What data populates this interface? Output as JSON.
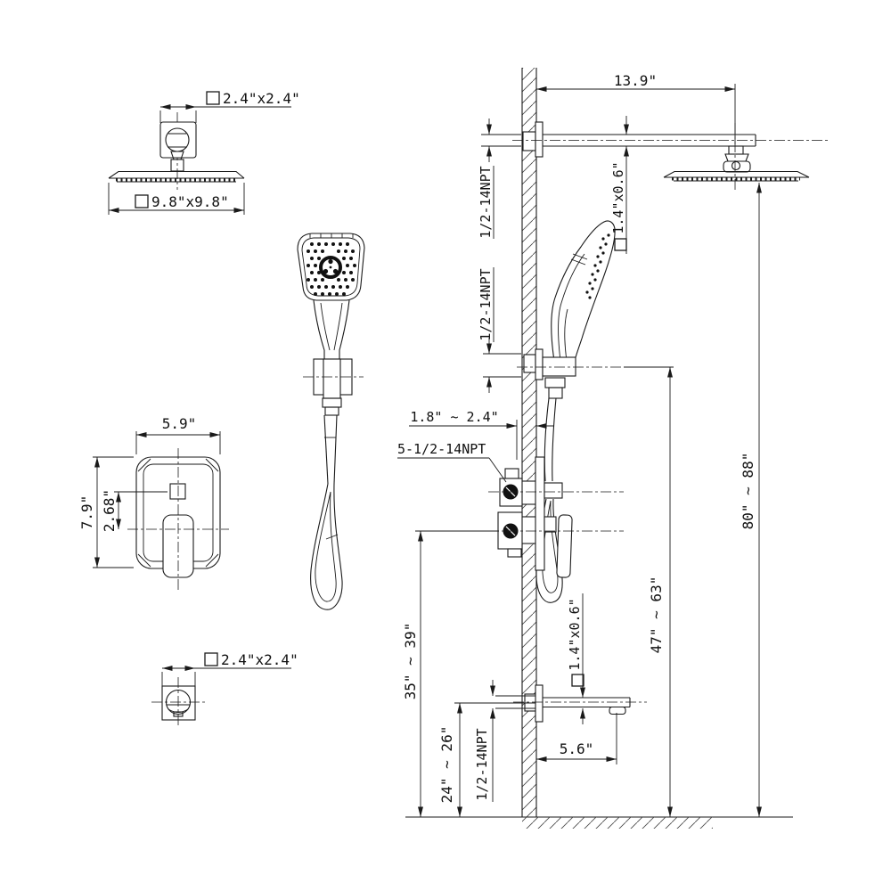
{
  "drawing_labels": {
    "rain_head_front": {
      "arm_flange": "2.4\"x2.4\"",
      "head_size": "9.8\"x9.8\""
    },
    "valve_front": {
      "width": "5.9\"",
      "height": "7.9\"",
      "offset": "2.68\""
    },
    "spout_front": {
      "flange": "2.4\"x2.4\""
    },
    "install": {
      "arm_length": "13.9\"",
      "arm_profile": "1.4\"x0.6\"",
      "arm_thread": "1/2-14NPT",
      "holder_thread": "1/2-14NPT",
      "rough_in": "1.8\" ~ 2.4\"",
      "valve_thread": "5-1/2-14NPT",
      "head_height": "80\" ~ 88\"",
      "holder_height": "47\" ~ 63\"",
      "valve_height": "35\" ~ 39\"",
      "spout_height": "24\" ~ 26\"",
      "spout_thread": "1/2-14NPT",
      "spout_profile": "1.4\"x0.6\"",
      "spout_length": "5.6\""
    }
  }
}
